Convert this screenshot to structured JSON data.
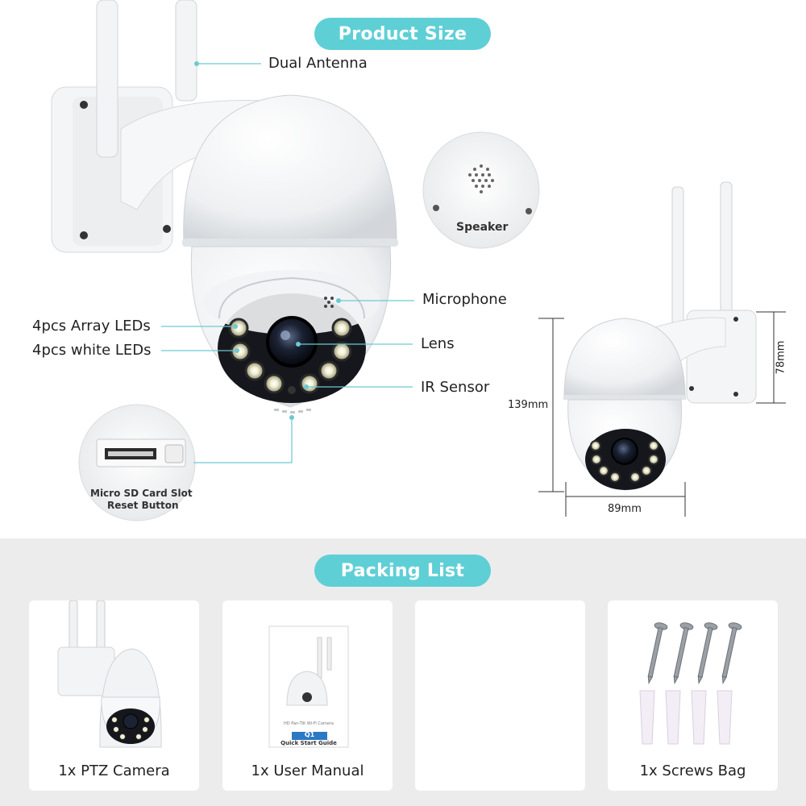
{
  "sections": {
    "product_size_title": "Product Size",
    "packing_list_title": "Packing List"
  },
  "callouts": {
    "dual_antenna": "Dual Antenna",
    "speaker": "Speaker",
    "microphone": "Microphone",
    "array_leds": "4pcs Array LEDs",
    "white_leds": "4pcs white LEDs",
    "lens": "Lens",
    "ir_sensor": "IR Sensor",
    "sd_slot_line1": "Micro SD Card Slot",
    "sd_slot_line2": "Reset Button"
  },
  "dimensions": {
    "height": "139mm",
    "width": "89mm",
    "depth": "78mm"
  },
  "packing": {
    "items": [
      {
        "label": "1x PTZ Camera"
      },
      {
        "label": "1x User Manual"
      },
      {
        "label": ""
      },
      {
        "label": "1x Screws Bag"
      }
    ],
    "manual_cover": {
      "model": "Q1",
      "title": "Quick Start Guide",
      "subtitle": "HD Pan-Tilt Wi-Fi Camera"
    }
  },
  "colors": {
    "accent": "#5fcfd6",
    "band": "#ececed",
    "leader_line": "#6cc9d2"
  }
}
